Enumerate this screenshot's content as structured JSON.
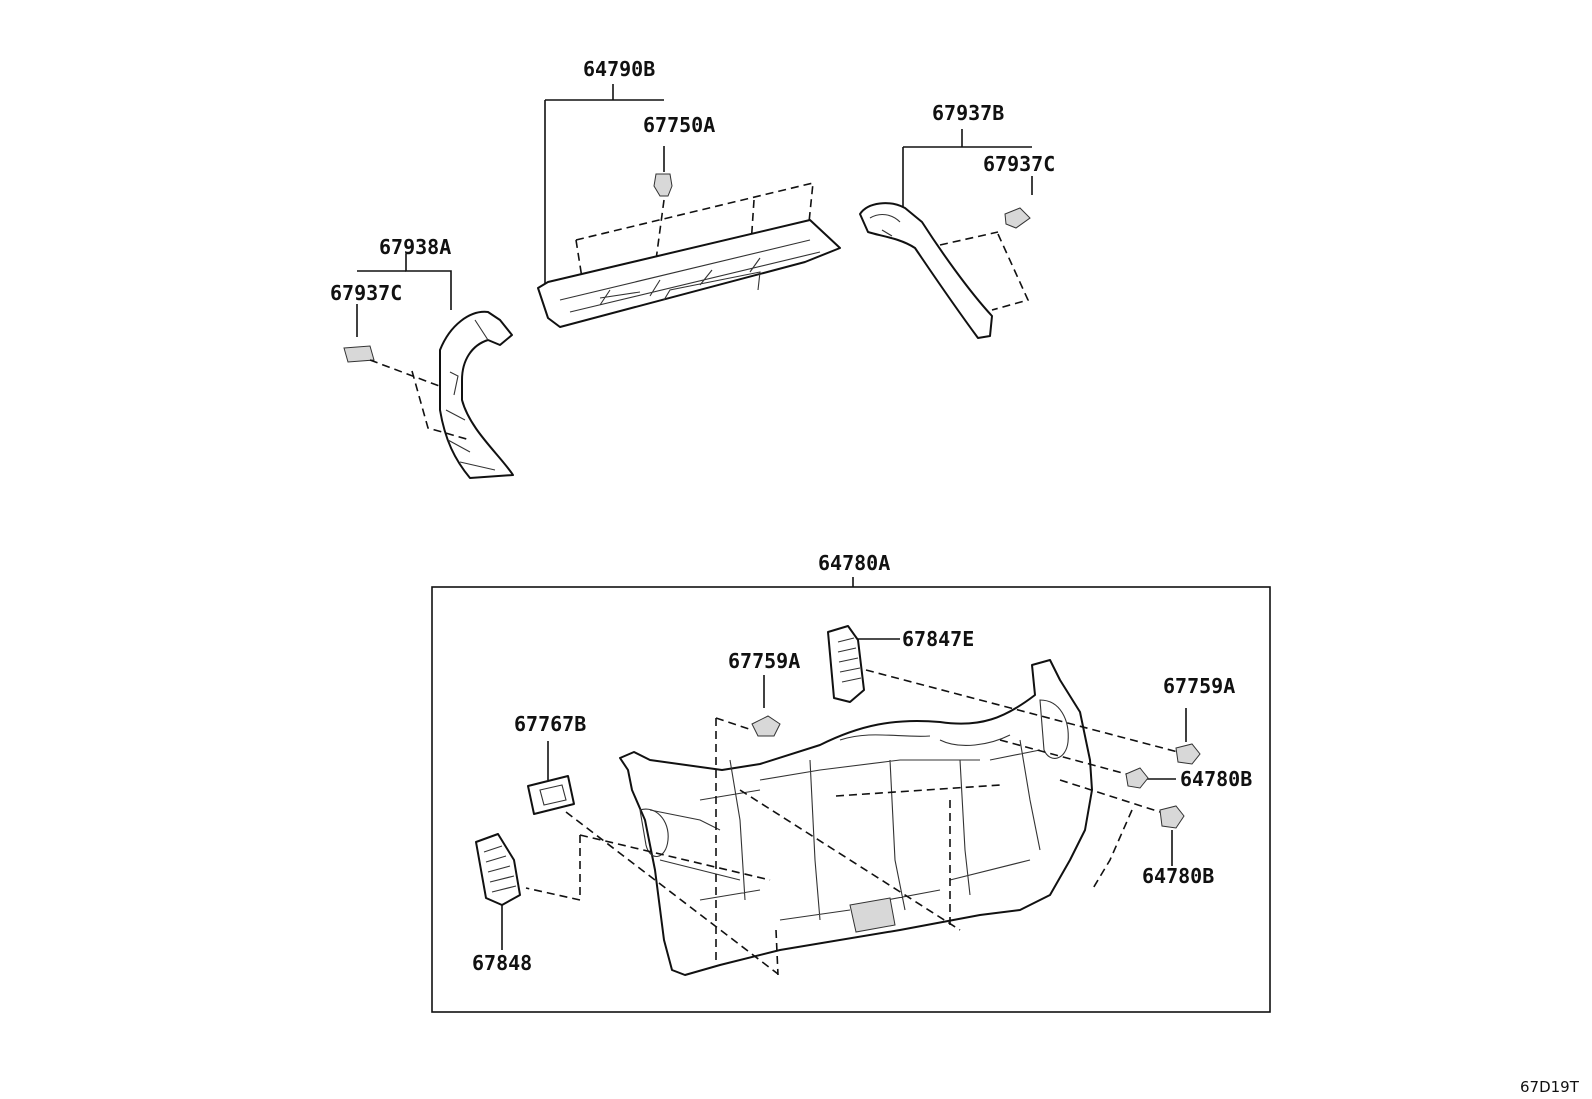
{
  "diagram_id": "67D19T",
  "callouts": {
    "c64790B": "64790B",
    "c67750A": "67750A",
    "c67937B": "67937B",
    "c67937C_right": "67937C",
    "c67938A": "67938A",
    "c67937C_left": "67937C",
    "c64780A": "64780A",
    "c67847E": "67847E",
    "c67759A_left": "67759A",
    "c67759A_right": "67759A",
    "c67767B": "67767B",
    "c64780B_upper": "64780B",
    "c64780B_lower": "64780B",
    "c67848": "67848"
  }
}
